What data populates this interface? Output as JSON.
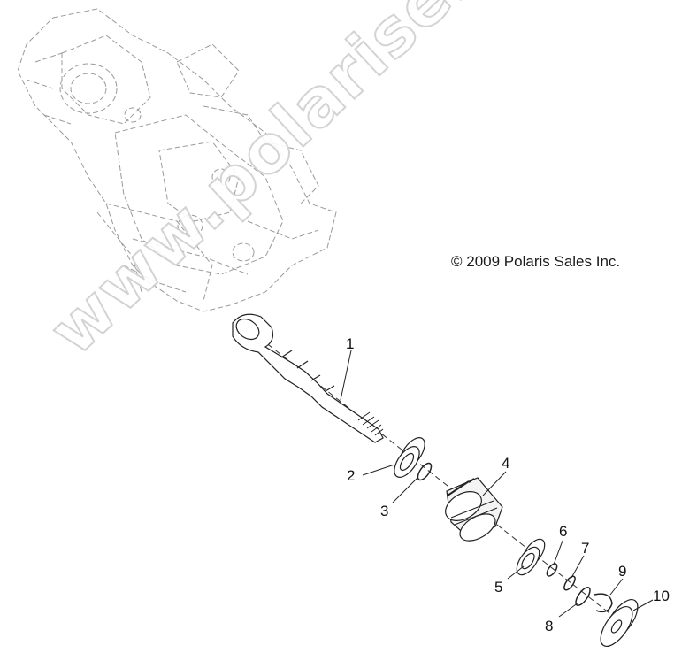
{
  "copyright": "© 2009 Polaris Sales Inc.",
  "watermark": "www.polarisersatzteile.de",
  "callouts": [
    {
      "id": "1",
      "label": "1"
    },
    {
      "id": "2",
      "label": "2"
    },
    {
      "id": "3",
      "label": "3"
    },
    {
      "id": "4",
      "label": "4"
    },
    {
      "id": "5",
      "label": "5"
    },
    {
      "id": "6",
      "label": "6"
    },
    {
      "id": "7",
      "label": "7"
    },
    {
      "id": "8",
      "label": "8"
    },
    {
      "id": "9",
      "label": "9"
    },
    {
      "id": "10",
      "label": "10"
    }
  ],
  "colors": {
    "line": "#222222",
    "ghost": "#9a9a9a",
    "watermark_stroke": "#cfcfcf"
  }
}
